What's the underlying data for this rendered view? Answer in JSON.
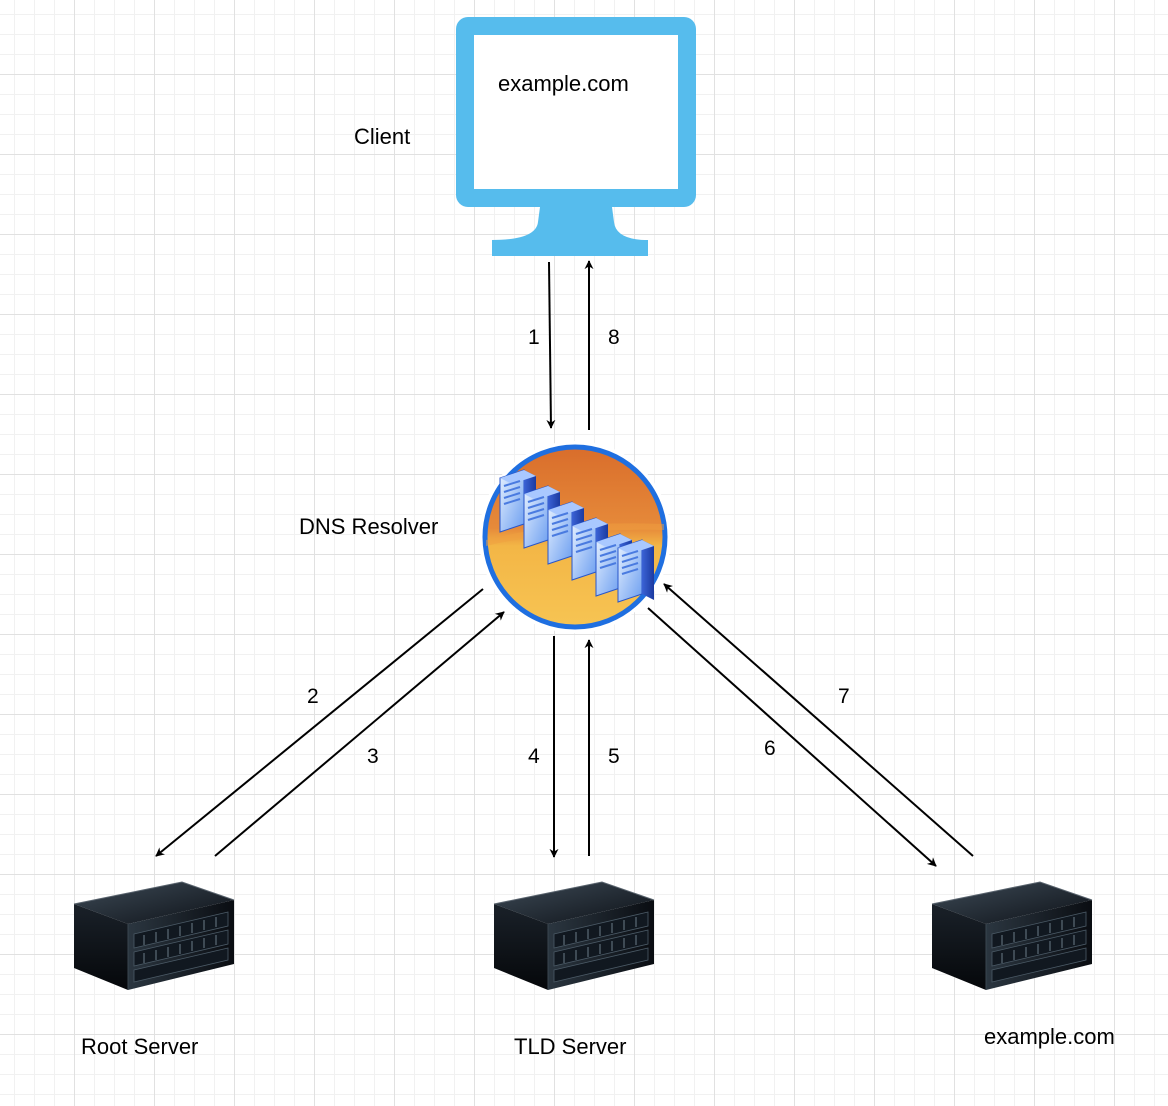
{
  "nodes": {
    "client": {
      "label": "Client",
      "screen_text": "example.com"
    },
    "resolver": {
      "label": "DNS Resolver"
    },
    "root": {
      "label": "Root Server"
    },
    "tld": {
      "label": "TLD Server"
    },
    "authoritative": {
      "label": "example.com"
    }
  },
  "steps": [
    "1",
    "2",
    "3",
    "4",
    "5",
    "6",
    "7",
    "8"
  ],
  "colors": {
    "monitor": "#56bced",
    "resolver_ring": "#1f6fe0",
    "resolver_top": "#d96d2b",
    "resolver_bottom": "#f3b646",
    "arrow": "#000000"
  }
}
